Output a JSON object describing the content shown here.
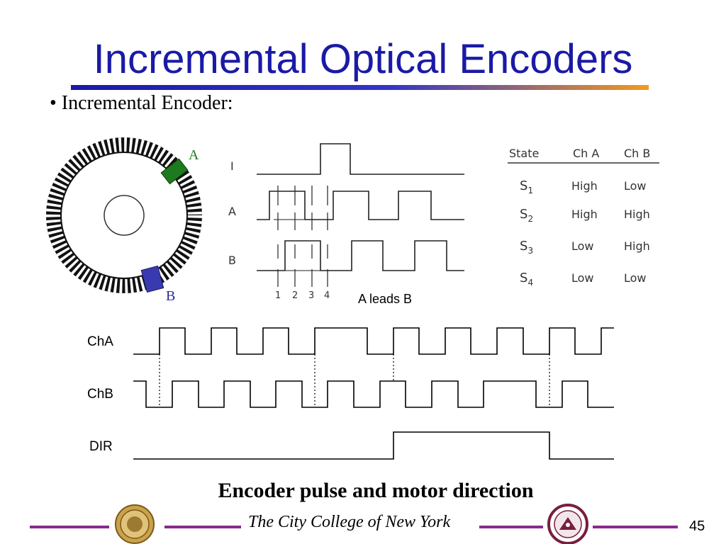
{
  "slide": {
    "title": "Incremental Optical Encoders",
    "bullet": "• Incremental Encoder:",
    "caption": "Encoder pulse and motor direction",
    "footer": "The City College of New York",
    "page_number": "45"
  },
  "disk": {
    "sensor_a_label": "A",
    "sensor_b_label": "B",
    "colors": {
      "sensor_a": "#1e7a1e",
      "sensor_b": "#3a3ab0",
      "label_a": "#1e7a1e",
      "label_b": "#2a2a9c"
    }
  },
  "waveform_sketch": {
    "channel_labels": [
      "I",
      "A",
      "B"
    ],
    "state_ticks": [
      "1",
      "2",
      "3",
      "4"
    ],
    "note": "A leads B"
  },
  "state_table": {
    "headers": [
      "State",
      "Ch A",
      "Ch B"
    ],
    "rows": [
      {
        "state": "S",
        "sub": "1",
        "ch_a": "High",
        "ch_b": "Low"
      },
      {
        "state": "S",
        "sub": "2",
        "ch_a": "High",
        "ch_b": "High"
      },
      {
        "state": "S",
        "sub": "3",
        "ch_a": "Low",
        "ch_b": "High"
      },
      {
        "state": "S",
        "sub": "4",
        "ch_a": "Low",
        "ch_b": "Low"
      }
    ]
  },
  "timing": {
    "labels": {
      "cha": "ChA",
      "chb": "ChB",
      "dir": "DIR"
    }
  }
}
